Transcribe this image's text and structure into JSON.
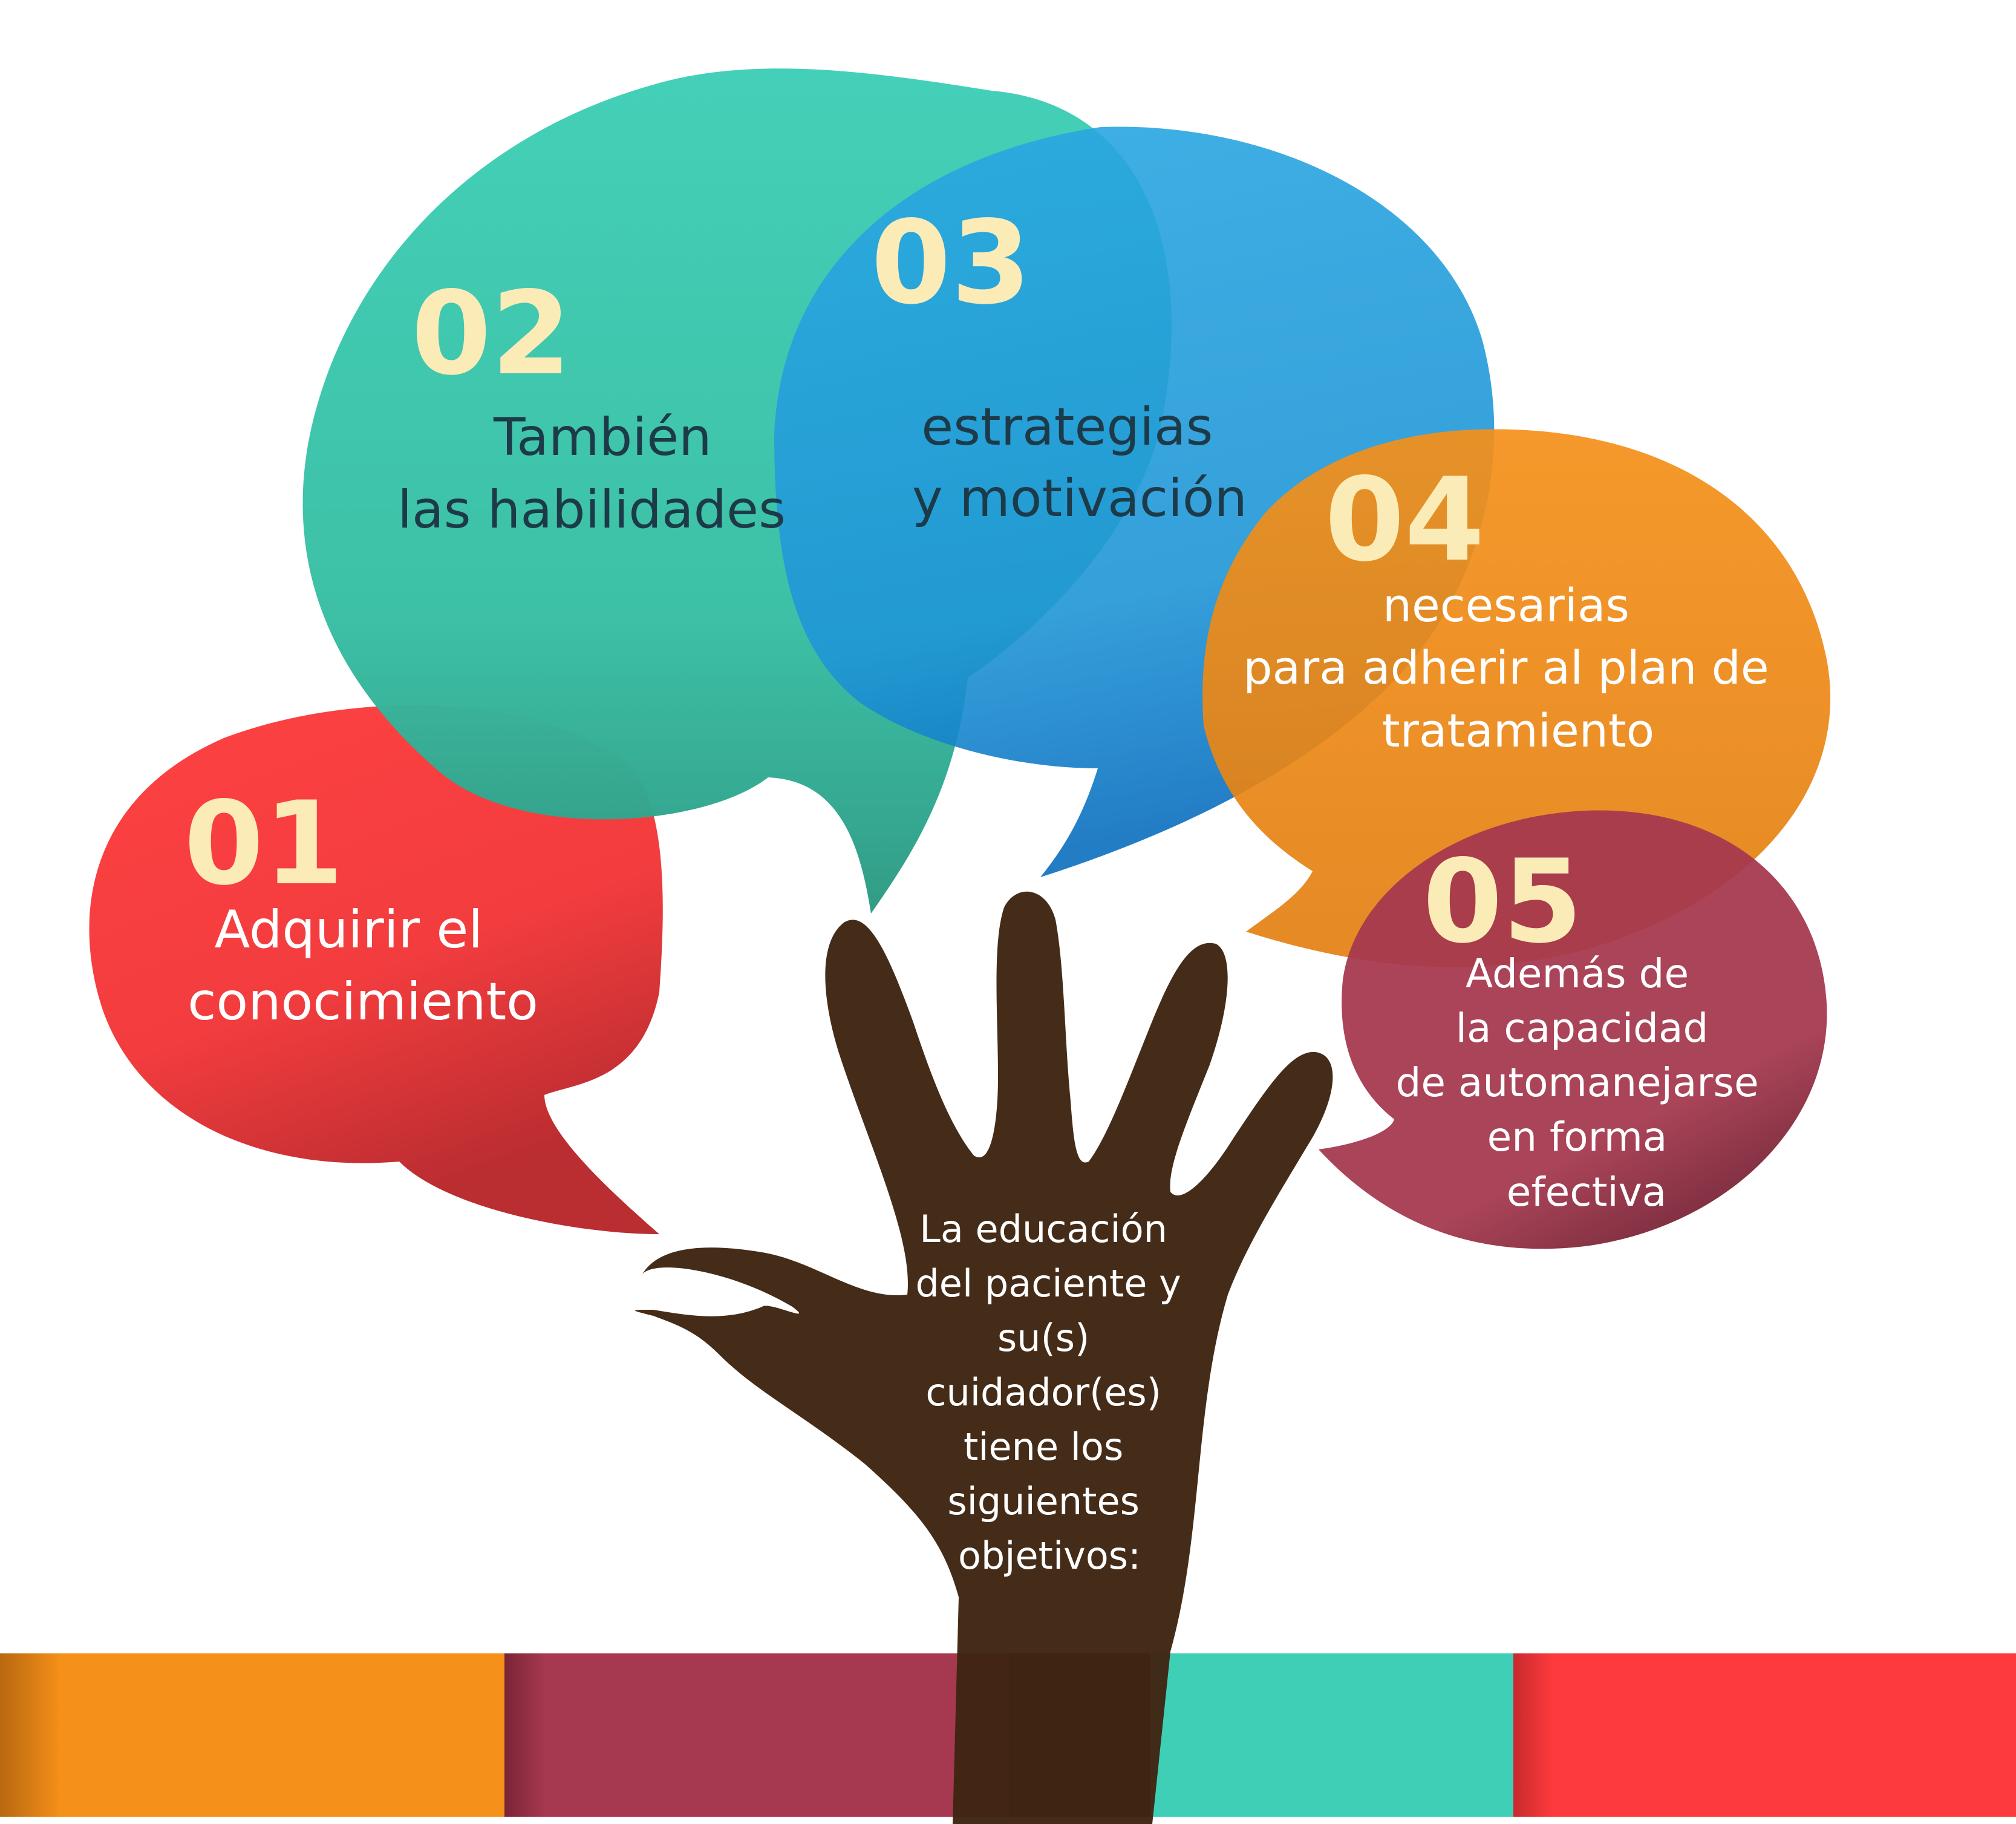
{
  "colors": {
    "red": "#fe3b3c",
    "teal": "#3fcfb6",
    "blue": "#2aa8e2",
    "orange": "#f59019",
    "maroon": "#a6384f",
    "hand": "#3f2512",
    "number": "#fbebb7",
    "dark_text": "#1d3a49",
    "light_text": "#ffffff"
  },
  "hand": {
    "lines": [
      "La educación",
      "del paciente y",
      "su(s)",
      "cuidador(es)",
      "tiene los",
      "siguientes",
      "objetivos:"
    ]
  },
  "bubbles": [
    {
      "id": "01",
      "number": "01",
      "color": "red",
      "lines": [
        "Adquirir el",
        "conocimiento"
      ]
    },
    {
      "id": "02",
      "number": "02",
      "color": "teal",
      "lines": [
        "También",
        "las habilidades"
      ]
    },
    {
      "id": "03",
      "number": "03",
      "color": "blue",
      "lines": [
        "estrategias",
        "y motivación"
      ]
    },
    {
      "id": "04",
      "number": "04",
      "color": "orange",
      "lines": [
        "necesarias",
        "para adherir al plan de",
        "tratamiento"
      ]
    },
    {
      "id": "05",
      "number": "05",
      "color": "maroon",
      "lines": [
        "Además de",
        "la capacidad",
        "de automanejarse",
        "en forma",
        "efectiva"
      ]
    }
  ],
  "bottom_bar": {
    "segments": [
      "orange",
      "maroon",
      "dark",
      "teal",
      "red"
    ]
  }
}
